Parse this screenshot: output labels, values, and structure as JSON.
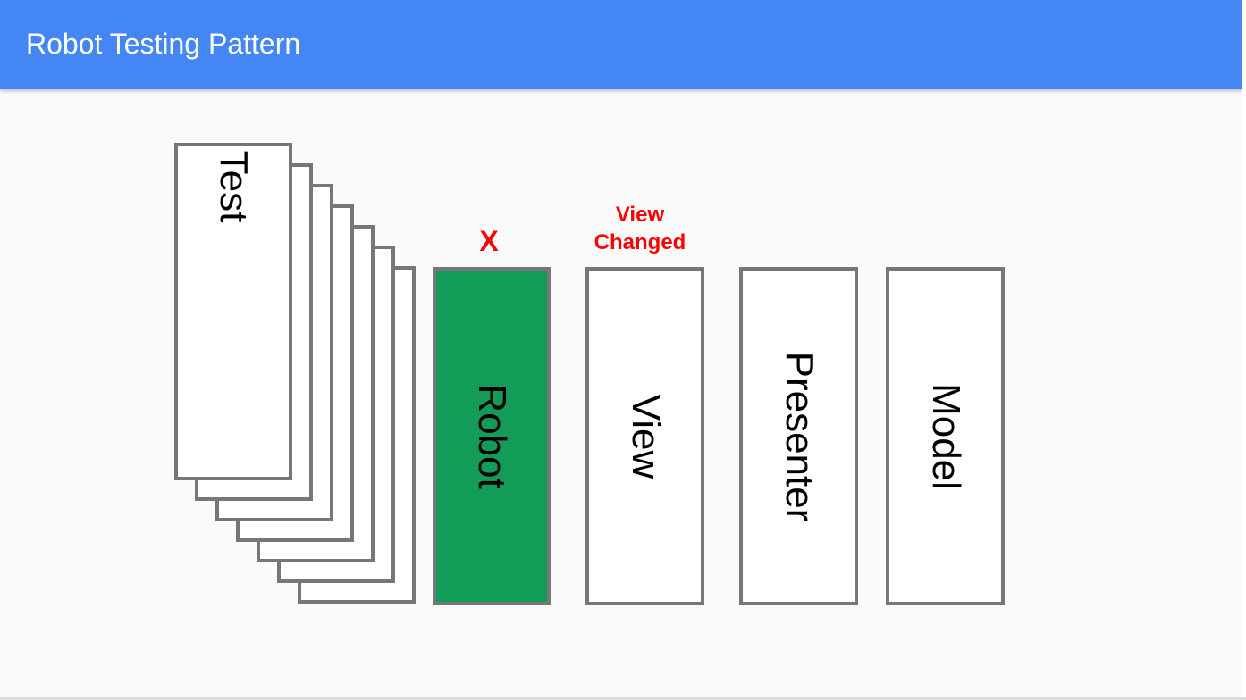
{
  "header": {
    "title": "Robot Testing Pattern"
  },
  "colors": {
    "header_bg": "#4486f4",
    "box_border": "#777777",
    "robot_fill": "#139c58",
    "annotation": "#ff0000"
  },
  "diagram": {
    "test_label": "Test",
    "robot_label": "Robot",
    "view_label": "View",
    "presenter_label": "Presenter",
    "model_label": "Model",
    "robot_annotation": "X",
    "view_annotation_line1": "View",
    "view_annotation_line2": "Changed"
  }
}
